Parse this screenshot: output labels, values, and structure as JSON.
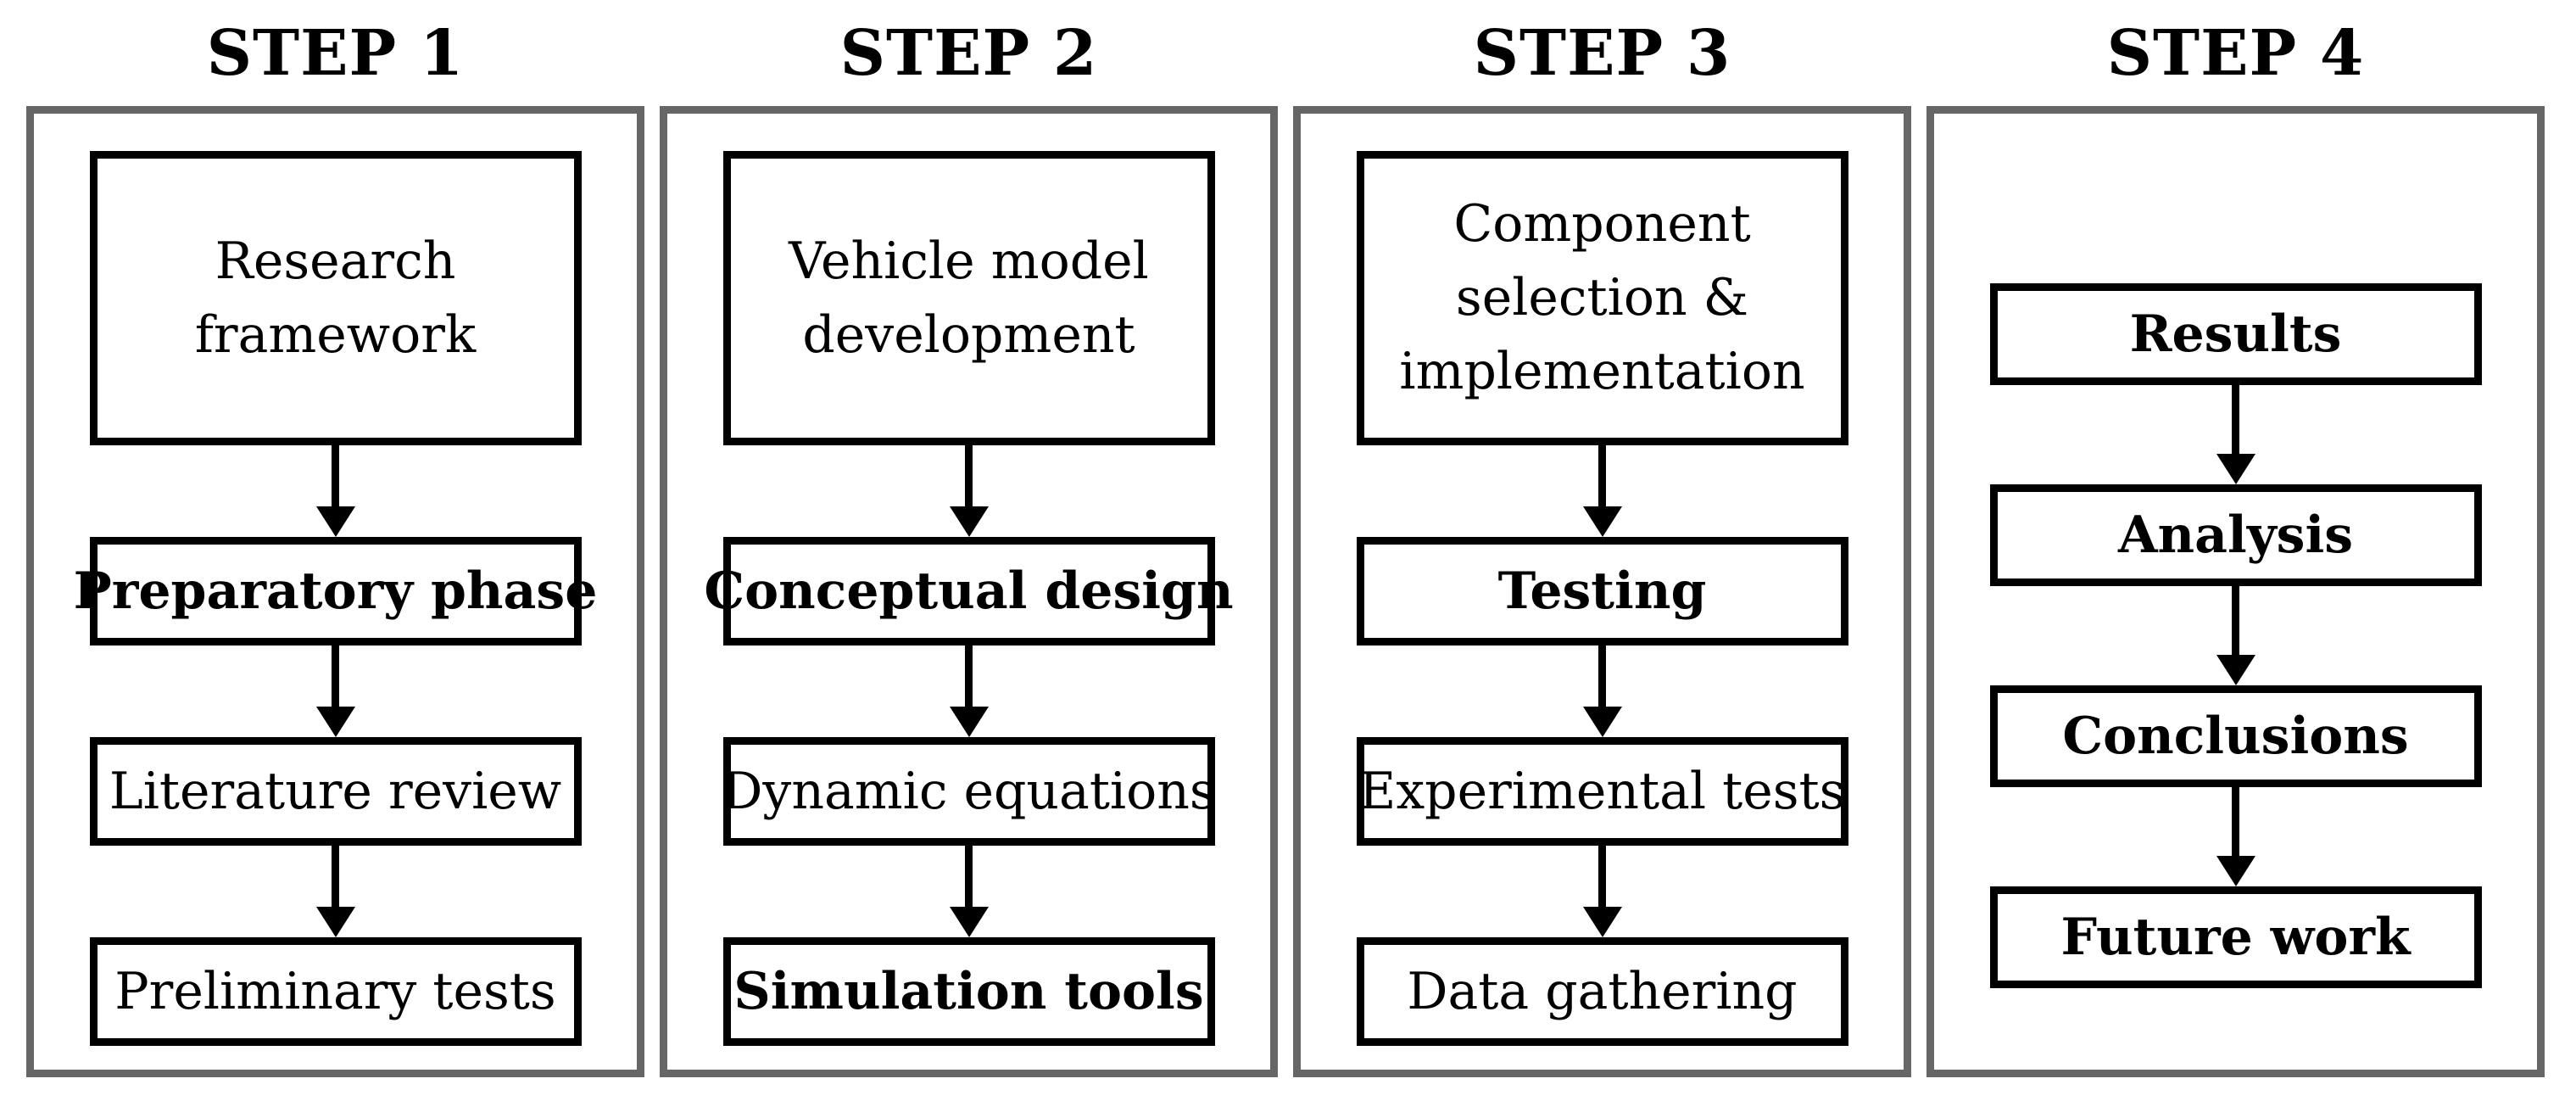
{
  "diagram": {
    "columns": [
      {
        "step_label": "STEP 1",
        "boxes": [
          {
            "label": "Research framework",
            "bold": false
          },
          {
            "label": "Preparatory phase",
            "bold": true
          },
          {
            "label": "Literature review",
            "bold": false
          },
          {
            "label": "Preliminary tests",
            "bold": false
          }
        ]
      },
      {
        "step_label": "STEP 2",
        "boxes": [
          {
            "label": "Vehicle model development",
            "bold": false
          },
          {
            "label": "Conceptual design",
            "bold": true
          },
          {
            "label": "Dynamic equations",
            "bold": false
          },
          {
            "label": "Simulation tools",
            "bold": true
          }
        ]
      },
      {
        "step_label": "STEP 3",
        "boxes": [
          {
            "label": "Component selection & implementation",
            "bold": false
          },
          {
            "label": "Testing",
            "bold": true
          },
          {
            "label": "Experimental tests",
            "bold": false
          },
          {
            "label": "Data gathering",
            "bold": false
          }
        ]
      },
      {
        "step_label": "STEP 4",
        "boxes": [
          {
            "label": "Results",
            "bold": true
          },
          {
            "label": "Analysis",
            "bold": true
          },
          {
            "label": "Conclusions",
            "bold": true
          },
          {
            "label": "Future work",
            "bold": true
          }
        ]
      }
    ],
    "colors": {
      "container_border": "#666666",
      "box_border": "#000000",
      "arrow": "#000000",
      "background": "#ffffff",
      "text": "#000000"
    }
  }
}
